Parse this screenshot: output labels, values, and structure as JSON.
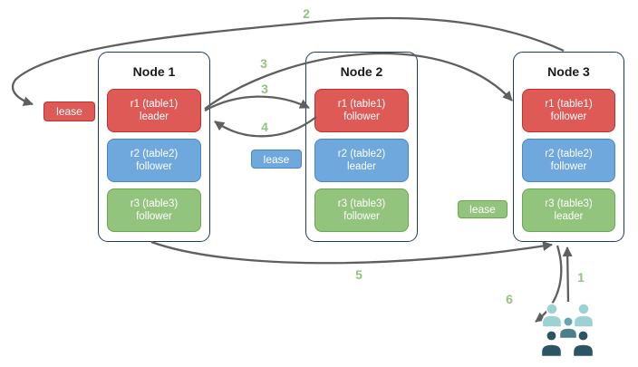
{
  "colors": {
    "red_fill": "#dd5a57",
    "red_border": "#c4302b",
    "blue_fill": "#6fa8dc",
    "blue_border": "#4a86c8",
    "green_fill": "#93c47d",
    "green_border": "#6aa84f",
    "node_border": "#1e3a5f",
    "arrow": "#5f5f5f",
    "step_label": "#93c47d",
    "people_light": "#9ed1d3",
    "people_medium": "#63a8b0",
    "people_medium_dark": "#4e7d8a",
    "people_dark": "#2c5465"
  },
  "nodes": [
    {
      "title": "Node 1",
      "replicas": [
        {
          "range": "r1 (table1)",
          "role": "leader",
          "color": "red"
        },
        {
          "range": "r2 (table2)",
          "role": "follower",
          "color": "blue"
        },
        {
          "range": "r3 (table3)",
          "role": "follower",
          "color": "green"
        }
      ]
    },
    {
      "title": "Node 2",
      "replicas": [
        {
          "range": "r1 (table1)",
          "role": "follower",
          "color": "red"
        },
        {
          "range": "r2 (table2)",
          "role": "leader",
          "color": "blue"
        },
        {
          "range": "r3 (table3)",
          "role": "follower",
          "color": "green"
        }
      ]
    },
    {
      "title": "Node 3",
      "replicas": [
        {
          "range": "r1 (table1)",
          "role": "follower",
          "color": "red"
        },
        {
          "range": "r2 (table2)",
          "role": "follower",
          "color": "blue"
        },
        {
          "range": "r3 (table3)",
          "role": "leader",
          "color": "green"
        }
      ]
    }
  ],
  "leases": [
    {
      "label": "lease",
      "color": "red"
    },
    {
      "label": "lease",
      "color": "blue"
    },
    {
      "label": "lease",
      "color": "green"
    }
  ],
  "steps": [
    {
      "text": "1"
    },
    {
      "text": "2"
    },
    {
      "text": "3"
    },
    {
      "text": "3"
    },
    {
      "text": "4"
    },
    {
      "text": "5"
    },
    {
      "text": "6"
    }
  ]
}
